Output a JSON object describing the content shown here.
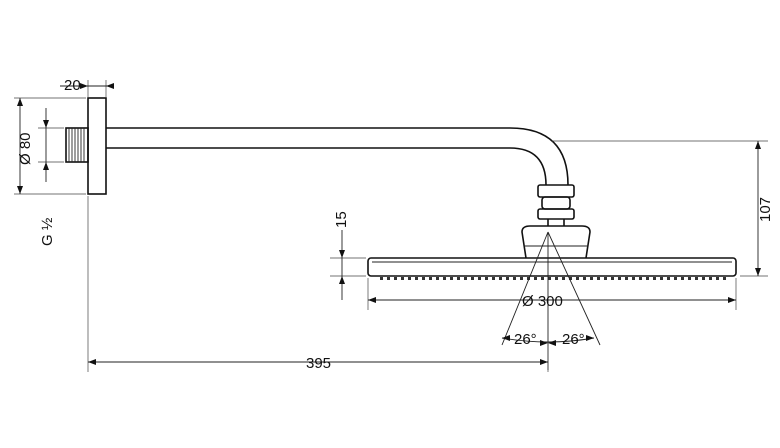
{
  "dimensions": {
    "flange_thickness": "20",
    "flange_diameter": "Ø 80",
    "thread": "G ½",
    "head_thickness": "15",
    "head_diameter": "Ø 300",
    "angle_left": "26°",
    "angle_right": "26°",
    "arm_length": "395",
    "drop_height": "107"
  }
}
